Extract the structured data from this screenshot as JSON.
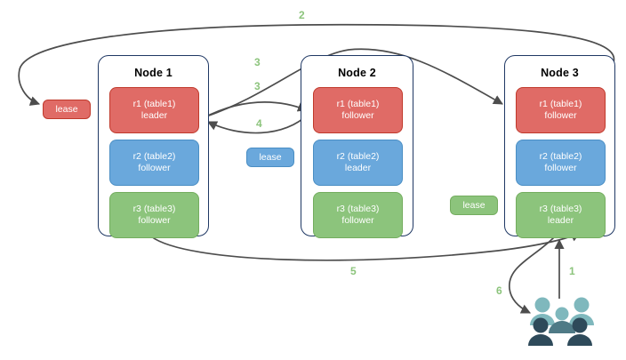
{
  "diagram": {
    "title": "lease-transfer-raft-replica-diagram",
    "colors": {
      "red_fill": "#e06b66",
      "red_border": "#c0392b",
      "blue_fill": "#6aa8dc",
      "blue_border": "#4a8ec4",
      "green_fill": "#8cc47c",
      "green_border": "#74ad5f",
      "node_border": "#1f3864",
      "edge": "#4d4d4d",
      "label": "#8cc47c",
      "users_light": "#7fb8bd",
      "users_dark": "#2e4a5a"
    },
    "nodes": [
      {
        "id": "node-1",
        "title": "Node 1",
        "replicas": [
          {
            "id": "n1-r1",
            "color": "red",
            "line1": "r1 (table1)",
            "line2": "leader"
          },
          {
            "id": "n1-r2",
            "color": "blue",
            "line1": "r2 (table2)",
            "line2": "follower"
          },
          {
            "id": "n1-r3",
            "color": "green",
            "line1": "r3 (table3)",
            "line2": "follower"
          }
        ]
      },
      {
        "id": "node-2",
        "title": "Node 2",
        "replicas": [
          {
            "id": "n2-r1",
            "color": "red",
            "line1": "r1 (table1)",
            "line2": "follower"
          },
          {
            "id": "n2-r2",
            "color": "blue",
            "line1": "r2 (table2)",
            "line2": "leader"
          },
          {
            "id": "n2-r3",
            "color": "green",
            "line1": "r3 (table3)",
            "line2": "follower"
          }
        ]
      },
      {
        "id": "node-3",
        "title": "Node 3",
        "replicas": [
          {
            "id": "n3-r1",
            "color": "red",
            "line1": "r1 (table1)",
            "line2": "follower"
          },
          {
            "id": "n3-r2",
            "color": "blue",
            "line1": "r2 (table2)",
            "line2": "follower"
          },
          {
            "id": "n3-r3",
            "color": "green",
            "line1": "r3 (table3)",
            "line2": "leader"
          }
        ]
      }
    ],
    "leases": [
      {
        "id": "lease-red",
        "label": "lease",
        "color": "red"
      },
      {
        "id": "lease-blue",
        "label": "lease",
        "color": "blue"
      },
      {
        "id": "lease-green",
        "label": "lease",
        "color": "green"
      }
    ],
    "edge_labels": [
      {
        "id": "edge-label-2",
        "text": "2"
      },
      {
        "id": "edge-label-3-upper",
        "text": "3"
      },
      {
        "id": "edge-label-3-lower",
        "text": "3"
      },
      {
        "id": "edge-label-4",
        "text": "4"
      },
      {
        "id": "edge-label-5",
        "text": "5"
      },
      {
        "id": "edge-label-1",
        "text": "1"
      },
      {
        "id": "edge-label-6",
        "text": "6"
      }
    ],
    "actors": {
      "users_icon_name": "users-icon"
    }
  }
}
